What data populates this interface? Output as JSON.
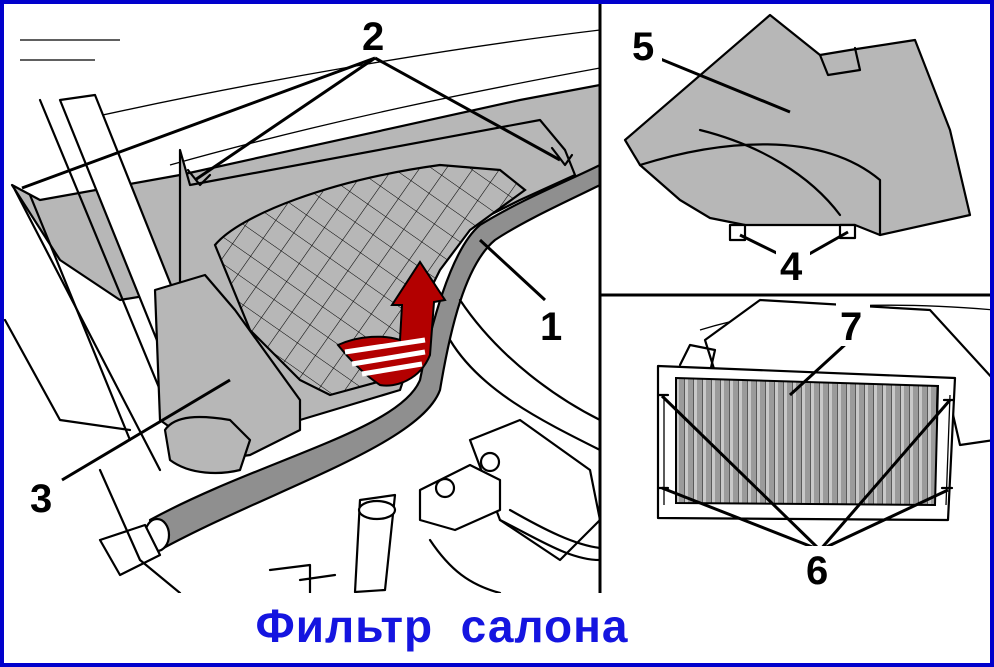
{
  "caption": "Фильтр  салона",
  "callouts": {
    "c1": "1",
    "c2": "2",
    "c3": "3",
    "c4": "4",
    "c5": "5",
    "c6": "6",
    "c7": "7"
  },
  "colors": {
    "border": "#0000cc",
    "caption": "#1515e0",
    "arrow": "#b30000",
    "part_fill": "#b7b7b7",
    "seal_fill": "#8f8f8f"
  }
}
